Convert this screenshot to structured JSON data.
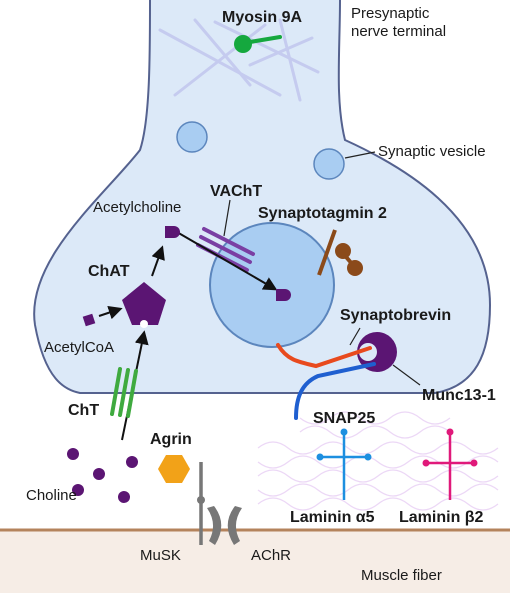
{
  "labels": {
    "myosin": "Myosin 9A",
    "presynaptic_line1": "Presynaptic",
    "presynaptic_line2": "nerve terminal",
    "synaptic_vesicle": "Synaptic vesicle",
    "vacht": "VAChT",
    "acetylcholine": "Acetylcholine",
    "synaptotagmin": "Synaptotagmin 2",
    "chat": "ChAT",
    "acetylcoa": "AcetylCoA",
    "synaptobrevin": "Synaptobrevin",
    "cht": "ChT",
    "munc13": "Munc13-1",
    "snap25": "SNAP25",
    "agrin": "Agrin",
    "choline": "Choline",
    "laminin_a5": "Laminin α5",
    "laminin_b2": "Laminin β2",
    "musk": "MuSK",
    "achr": "AChR",
    "muscle_fiber": "Muscle fiber"
  },
  "colors": {
    "terminal_fill": "#dce9f8",
    "terminal_stroke": "#55628f",
    "vesicle_fill": "#a9cdf2",
    "vesicle_stroke": "#5c86bd",
    "filament": "#c5cbef",
    "myosin": "#15a83e",
    "purple": "#5b1573",
    "vacht": "#7a3fa3",
    "synaptotagmin": "#8b4a1a",
    "cht": "#3faa3f",
    "synaptobrevin": "#e84a1e",
    "snap25": "#1f5fd0",
    "agrin": "#f2a218",
    "laminin_a5": "#1d8fe0",
    "laminin_b2": "#e0197a",
    "laminin_bg": "#ecd8f6",
    "muscle_line": "#b4835c",
    "muscle_fill": "#f6ede6",
    "receptor": "#777777"
  }
}
